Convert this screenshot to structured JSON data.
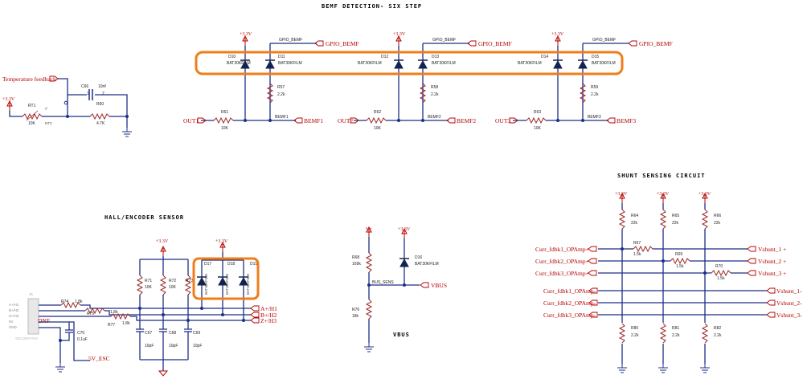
{
  "titles": {
    "bemf": "BEMF DETECTION- SIX STEP",
    "hall": "HALL/ENCODER  SENSOR",
    "shunt": "SHUNT SENSING CIRCUIT",
    "vbus": "VBUS"
  },
  "power": {
    "v33": "+3.3V",
    "vplus": "V+"
  },
  "nets": {
    "gpio_bemf": "GPIO_BEMF",
    "bemf": [
      "BEMF1",
      "BEMF2",
      "BEMF3"
    ],
    "out": [
      "OUT1",
      "OUT2",
      "OUT3"
    ],
    "temp": "Temperature feedback",
    "vbus": "VBUS",
    "bus_sens": "BUS_SENS",
    "hall": [
      "A+/H1",
      "B+/H2",
      "Z+/H3"
    ],
    "v5esc": "5V_ESC",
    "dnf": "DNF",
    "curr_p": [
      "Curr_fdbk1_OPAmp+",
      "Curr_fdbk2_OPAmp+",
      "Curr_fdbk3_OPAmp+"
    ],
    "curr_n": [
      "Curr_fdbk1_OPAmp-",
      "Curr_fdbk2_OPAmp-",
      "Curr_fdbk3_OPAmp-"
    ],
    "vshunt_p": [
      "Vshunt_1 +",
      "Vshunt_2 +",
      "Vshunt_3 +"
    ],
    "vshunt_n": [
      "Vshunt_1-",
      "Vshunt_2-",
      "Vshunt_3-"
    ]
  },
  "parts": {
    "diode_part": "BAT30KFILM",
    "bemf_diodes": [
      "D10",
      "D11",
      "D12",
      "D13",
      "D14",
      "D15"
    ],
    "bemf_rdown": [
      {
        "ref": "R57",
        "val": "2.2k"
      },
      {
        "ref": "R58",
        "val": "2.2k"
      },
      {
        "ref": "R59",
        "val": "2.2k"
      }
    ],
    "bemf_rser": [
      {
        "ref": "R61",
        "val": "10K"
      },
      {
        "ref": "R62",
        "val": "10K"
      },
      {
        "ref": "R63",
        "val": "10K"
      }
    ],
    "c66": {
      "ref": "C66",
      "val": "10nf",
      "p1": "1",
      "p2": "2"
    },
    "rt1": {
      "ref": "RT1",
      "val": "10K",
      "type": "NTC",
      "t": "-t°"
    },
    "r60": {
      "ref": "R60",
      "val": "4.7K"
    },
    "hall_r": [
      {
        "ref": "R74",
        "val": "1.8k"
      },
      {
        "ref": "R75",
        "val": "1.8k"
      },
      {
        "ref": "R77",
        "val": "1.8k"
      }
    ],
    "hall_pull": [
      {
        "ref": "R71",
        "val": "10K"
      },
      {
        "ref": "R72",
        "val": "10K"
      },
      {
        "ref": "R73",
        "val": "10K"
      }
    ],
    "hall_c": [
      {
        "ref": "C67",
        "val": "10pF"
      },
      {
        "ref": "C68",
        "val": "10pF"
      },
      {
        "ref": "C69",
        "val": "10pF"
      }
    ],
    "hall_d": [
      "D17",
      "D18",
      "D19"
    ],
    "c70": {
      "ref": "C70",
      "val": "0.1uF"
    },
    "j": {
      "ref": "J6",
      "pins": [
        "A+/H1",
        "B+/H2",
        "Z+/H3",
        "5V",
        "GND"
      ],
      "foot": "SOLDER PAD"
    },
    "r68": {
      "ref": "R68",
      "val": "169k"
    },
    "r76": {
      "ref": "R76",
      "val": "18k"
    },
    "d16": {
      "ref": "D16",
      "val": "BAT30KFILM"
    },
    "shunt_top": [
      {
        "ref": "R64",
        "val": "22k"
      },
      {
        "ref": "R65",
        "val": "22k"
      },
      {
        "ref": "R66",
        "val": "22k"
      }
    ],
    "shunt_ser": [
      {
        "ref": "R67",
        "val": "1.5k"
      },
      {
        "ref": "R69",
        "val": "1.5k"
      },
      {
        "ref": "R70",
        "val": "1.5k"
      }
    ],
    "shunt_bot": [
      {
        "ref": "R80",
        "val": "2.2k"
      },
      {
        "ref": "R81",
        "val": "2.2k"
      },
      {
        "ref": "R82",
        "val": "2.2k"
      }
    ]
  },
  "colors": {
    "wire": "#1c2f88",
    "net_label": "#b50000",
    "highlight": "#f07d1a",
    "resistor": "#9c2a2a"
  }
}
